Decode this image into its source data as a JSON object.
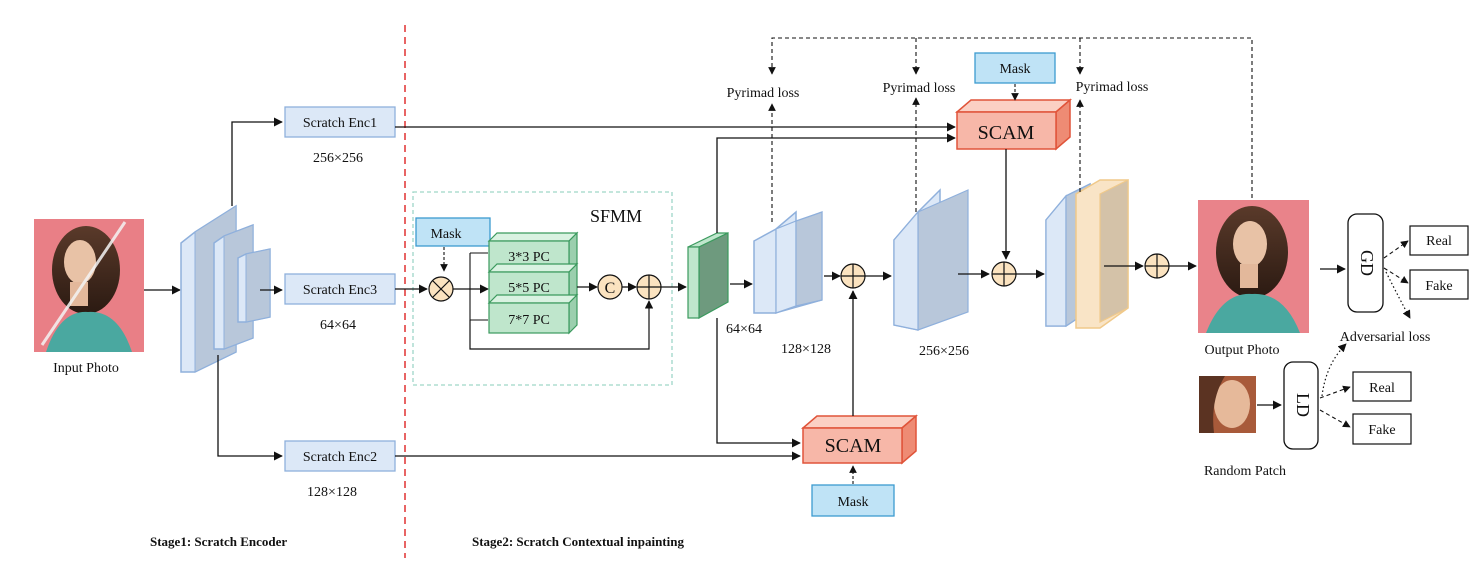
{
  "input_photo_label": "Input Photo",
  "output_photo_label": "Output Photo",
  "random_patch_label": "Random Patch",
  "encoders": {
    "enc1": {
      "label": "Scratch Enc1",
      "size": "256×256"
    },
    "enc3": {
      "label": "Scratch Enc3",
      "size": "64×64"
    },
    "enc2": {
      "label": "Scratch Enc2",
      "size": "128×128"
    }
  },
  "sfmm": {
    "title": "SFMM",
    "mask": "Mask",
    "pc": [
      "3*3 PC",
      "5*5 PC",
      "7*7 PC"
    ],
    "concat_symbol": "C"
  },
  "decoder_sizes": {
    "d64": "64×64",
    "d128": "128×128",
    "d256": "256×256"
  },
  "scam_label": "SCAM",
  "mask_label": "Mask",
  "pyramid_loss": "Pyrimad loss",
  "discriminators": {
    "gd": "GD",
    "ld": "LD",
    "real": "Real",
    "fake": "Fake",
    "adversarial_loss": "Adversarial loss"
  },
  "stages": {
    "stage1": "Stage1: Scratch Encoder",
    "stage2": "Stage2: Scratch Contextual inpainting"
  },
  "colors": {
    "encoder_fill": "#dce8f7",
    "encoder_stroke": "#8fb0dc",
    "mask_fill": "#bfe3f6",
    "mask_stroke": "#3c9bd0",
    "pc_fill": "#bfe6cc",
    "pc_stroke": "#3b9a5e",
    "scam_fill": "#f7b7a8",
    "scam_stroke": "#e0543a",
    "op_fill": "#fbe3c0",
    "stage_divider": "#e03030",
    "sfmm_border": "#9fd6c8"
  }
}
